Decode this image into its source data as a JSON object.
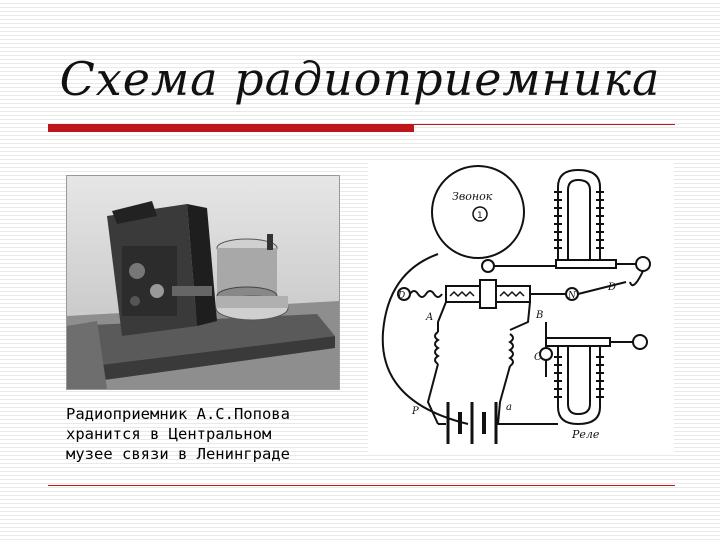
{
  "slide": {
    "title": "Схема радиоприемника",
    "caption_lines": [
      "Радиоприемник А.С.Попова",
      "хранится в Центральном",
      "музее связи  в Ленинграде"
    ]
  },
  "schematic_labels": {
    "bell": "Звонок",
    "bell_number": "1",
    "d_left": "D",
    "n": "N",
    "d_right": "D",
    "a": "A",
    "b": "B",
    "c": "C",
    "p": "P",
    "a_battery": "a",
    "relay": "Реле"
  },
  "colors": {
    "accent_red": "#c0161b",
    "stripe": "#e9e9e9"
  }
}
